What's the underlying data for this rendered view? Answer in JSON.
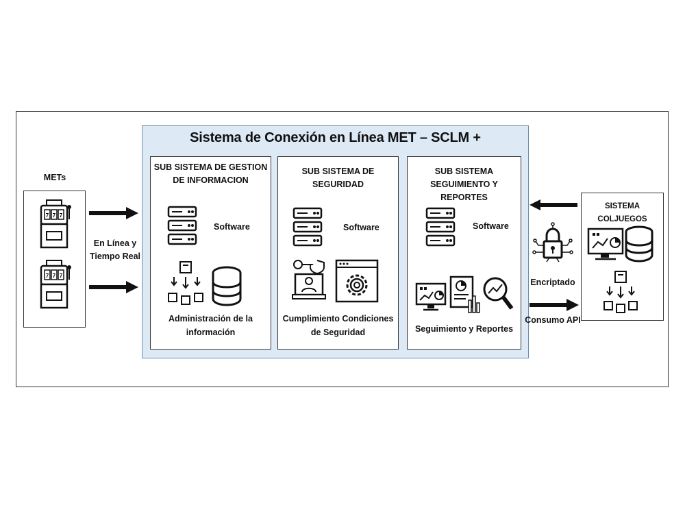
{
  "diagram": {
    "title": "Sistema de  Conexión en Línea MET  – SCLM +",
    "mets": {
      "label": "METs"
    },
    "connection": {
      "line1": "En Línea y",
      "line2": "Tiempo Real"
    },
    "panels": [
      {
        "title_line1": "SUB SISTEMA DE GESTION",
        "title_line2": "DE INFORMACION",
        "software": "Software",
        "caption_line1": "Administración de la",
        "caption_line2": "información"
      },
      {
        "title_line1": "SUB SISTEMA DE",
        "title_line2": "SEGURIDAD",
        "software": "Software",
        "caption_line1": "Cumplimiento Condiciones",
        "caption_line2": "de Seguridad"
      },
      {
        "title_line1": "SUB SISTEMA",
        "title_line2": "SEGUIMIENTO Y REPORTES",
        "software": "Software",
        "caption_line1": "Seguimiento y Reportes"
      }
    ],
    "external": {
      "title": "SISTEMA COLJUEGOS",
      "encrypted": "Encriptado",
      "api": "Consumo API"
    }
  }
}
